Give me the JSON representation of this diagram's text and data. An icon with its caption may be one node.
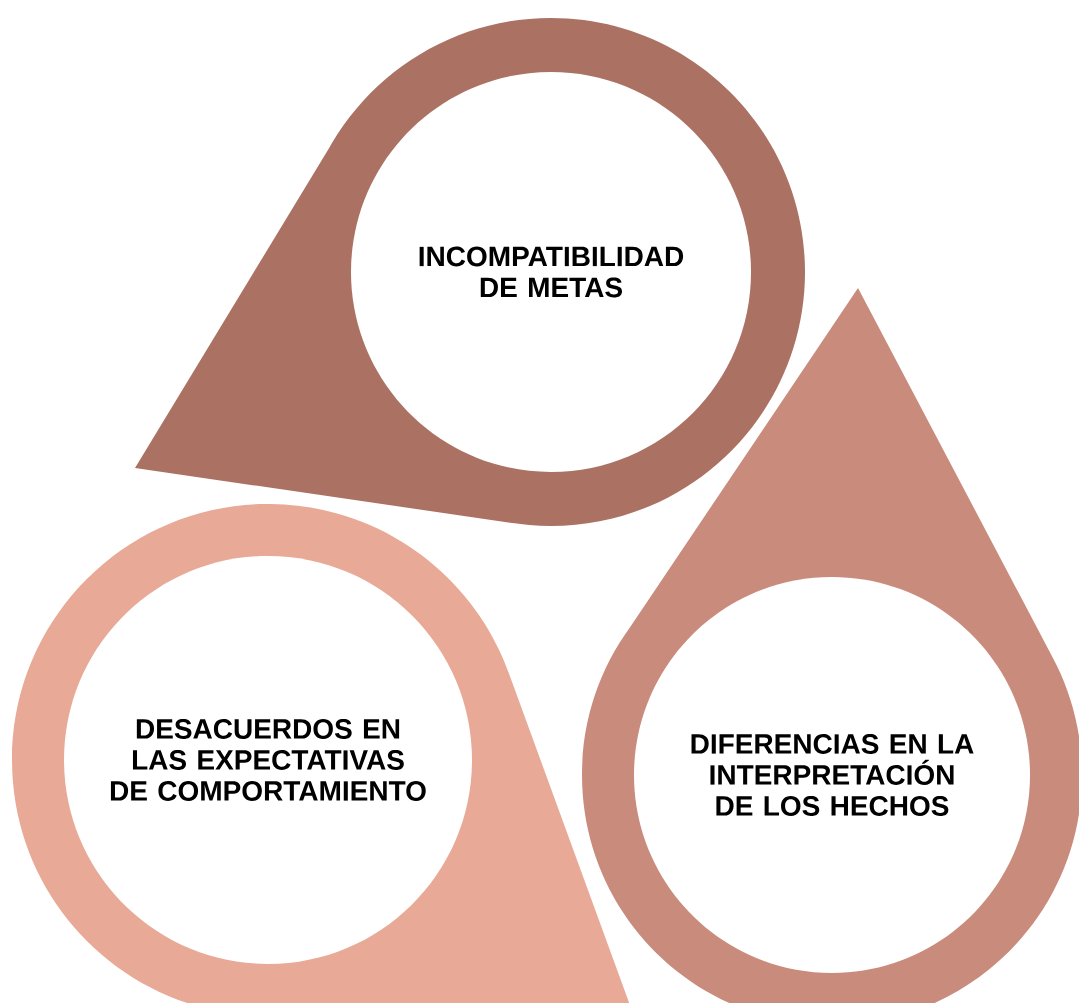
{
  "diagram": {
    "nodes": [
      {
        "text": [
          "INCOMPATIBILIDAD DE METAS"
        ]
      },
      {
        "text": [
          "DESACUERDOS EN LAS EXPECTATIVAS DE COMPORTAMIENTO"
        ]
      },
      {
        "text": [
          "DIFERENCIAS EN LA INTERPRETACIÓN DE LOS HECHOS"
        ]
      }
    ]
  }
}
